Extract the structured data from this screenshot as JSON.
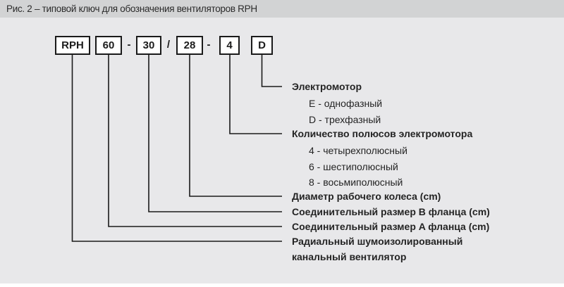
{
  "caption": "Рис. 2 – типовой ключ для обозначения вентиляторов RPH",
  "code": {
    "segments": [
      "RPH",
      "60",
      "30",
      "28",
      "4",
      "D"
    ],
    "separators": [
      "-",
      "/",
      "-"
    ]
  },
  "legend": [
    {
      "title": "Электромотор",
      "items": [
        "E - однофазный",
        "D - трехфазный"
      ]
    },
    {
      "title": "Количество полюсов электромотора",
      "items": [
        "4 - четырехполюсный",
        "6 - шестиполюсный",
        "8 - восьмиполюсный"
      ]
    },
    {
      "title": "Диаметр рабочего колеса (cm)",
      "items": []
    },
    {
      "title": "Соединительный размер B фланца (cm)",
      "items": []
    },
    {
      "title": "Соединительный размер A фланца (cm)",
      "items": []
    },
    {
      "title": "Радиальный шумоизолированный канальный вентилятор",
      "items": []
    }
  ],
  "colors": {
    "caption_band": "#d2d3d4",
    "panel_background": "#e8e8ea",
    "box_fill": "#ffffff",
    "box_border": "#1a1a1a",
    "connector_line": "#1a1a1a",
    "text": "#242424"
  }
}
